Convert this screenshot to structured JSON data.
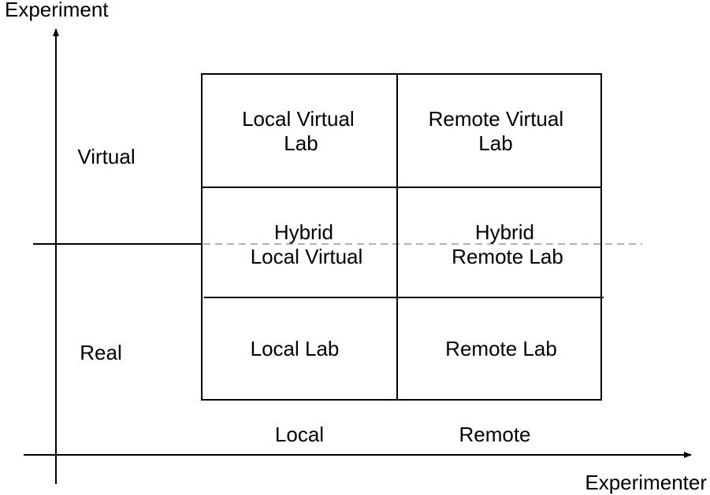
{
  "axes": {
    "y_label": "Experiment",
    "x_label": "Experimenter",
    "y_categories": [
      "Virtual",
      "Real"
    ],
    "x_categories": [
      "Local",
      "Remote"
    ]
  },
  "cells": {
    "local_virtual_lab": [
      "Local Virtual",
      "Lab"
    ],
    "remote_virtual_lab": [
      "Remote Virtual",
      "Lab"
    ],
    "hybrid_local_virtual": [
      "Hybrid",
      "Local Virtual"
    ],
    "hybrid_remote_lab": [
      "Hybrid",
      "Remote Lab"
    ],
    "local_lab": [
      "Local Lab"
    ],
    "remote_lab": [
      "Remote Lab"
    ]
  }
}
